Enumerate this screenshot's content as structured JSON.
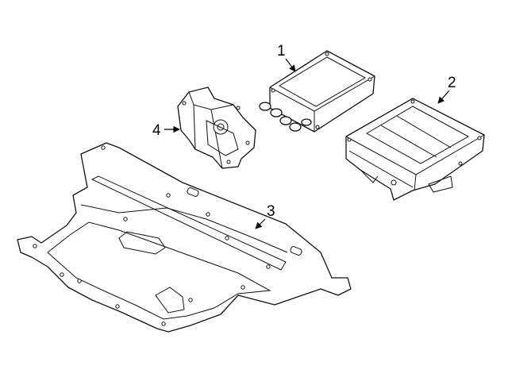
{
  "callouts": [
    {
      "label": "1"
    },
    {
      "label": "2"
    },
    {
      "label": "3"
    },
    {
      "label": "4"
    }
  ],
  "colors": {
    "line": "#111111",
    "background": "#ffffff"
  }
}
